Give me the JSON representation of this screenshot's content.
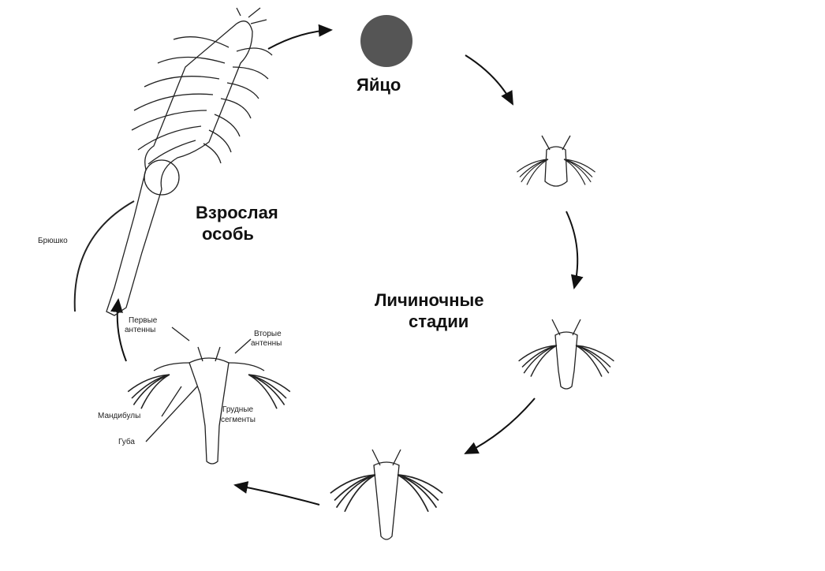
{
  "labels": {
    "egg": "Яйцо",
    "adult_line1": "Взрослая",
    "adult_line2": "особь",
    "larval_line1": "Личиночные",
    "larval_line2": "стадии",
    "abdomen": "Брюшко",
    "first_antennae_1": "Первые",
    "first_antennae_2": "антенны",
    "second_antennae_1": "Вторые",
    "second_antennae_2": "антенны",
    "mandibles": "Мандибулы",
    "thoracic_1": "Грудные",
    "thoracic_2": "сегменты",
    "labrum": "Губа"
  },
  "colors": {
    "egg": "#555555",
    "ink": "#111111"
  }
}
